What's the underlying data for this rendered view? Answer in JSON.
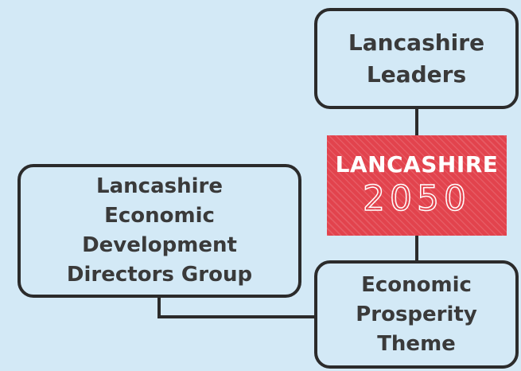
{
  "nodes": {
    "leaders": {
      "label": "Lancashire\nLeaders"
    },
    "economic_development": {
      "label": "Lancashire\nEconomic\nDevelopment\nDirectors Group"
    },
    "economic_prosperity": {
      "label": "Economic\nProsperity\nTheme"
    }
  },
  "logo": {
    "word": "LANCASHIRE",
    "year": "2050"
  },
  "colors": {
    "background": "#d3e9f6",
    "border": "#2b2b2b",
    "text": "#3a3a3a",
    "logo_red": "#e2434d",
    "logo_text": "#ffffff"
  }
}
